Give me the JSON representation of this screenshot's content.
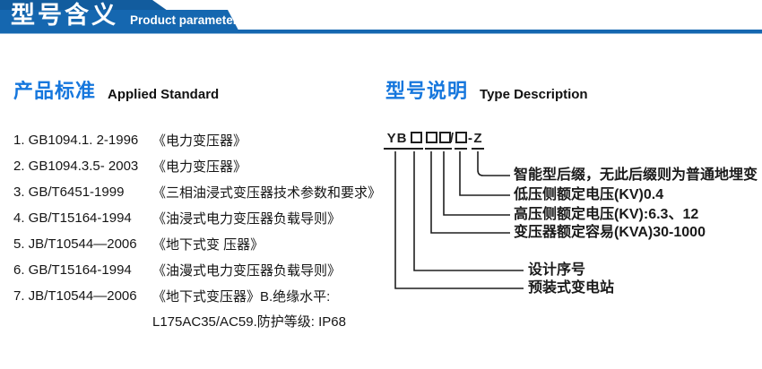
{
  "banner": {
    "title_zh": "型号含义",
    "title_en": "Product parameters"
  },
  "colors": {
    "banner_blue": "#1567b0",
    "banner_blue_dark": "#125c9e",
    "accent_blue": "#1677dd",
    "text_dark": "#1f1f1f"
  },
  "standards": {
    "heading_zh": "产品标准",
    "heading_en": "Applied Standard",
    "items": [
      {
        "code": "1. GB1094.1. 2-1996",
        "title": "《电力变压器》"
      },
      {
        "code": "2. GB1094.3.5- 2003",
        "title": "《电力变压器》"
      },
      {
        "code": "3. GB/T6451-1999",
        "title": "《三相油浸式变压器技术参数和要求》"
      },
      {
        "code": "4. GB/T15164-1994",
        "title": "《油浸式电力变压器负载导则》"
      },
      {
        "code": "5. JB/T10544—2006",
        "title": "《地下式变 压器》"
      },
      {
        "code": "6. GB/T15164-1994",
        "title": "《油漫式电力变压器负载导则》"
      },
      {
        "code": "7. JB/T10544—2006",
        "title": "《地下式变压器》B.绝缘水平:"
      }
    ],
    "continuation": "L175AC35/AC59.防护等级: IP68"
  },
  "model": {
    "heading_zh": "型号说明",
    "heading_en": "Type Description",
    "code": {
      "prefix": "YB",
      "slash": "/",
      "dash": "-",
      "suffix": "Z"
    },
    "labels": [
      "智能型后缀，无此后缀则为普通地埋变",
      "低压侧额定电压(KV)0.4",
      "高压侧额定电压(KV):6.3、12",
      "变压器额定容易(KVA)30-1000",
      "设计序号",
      "预装式变电站"
    ]
  }
}
